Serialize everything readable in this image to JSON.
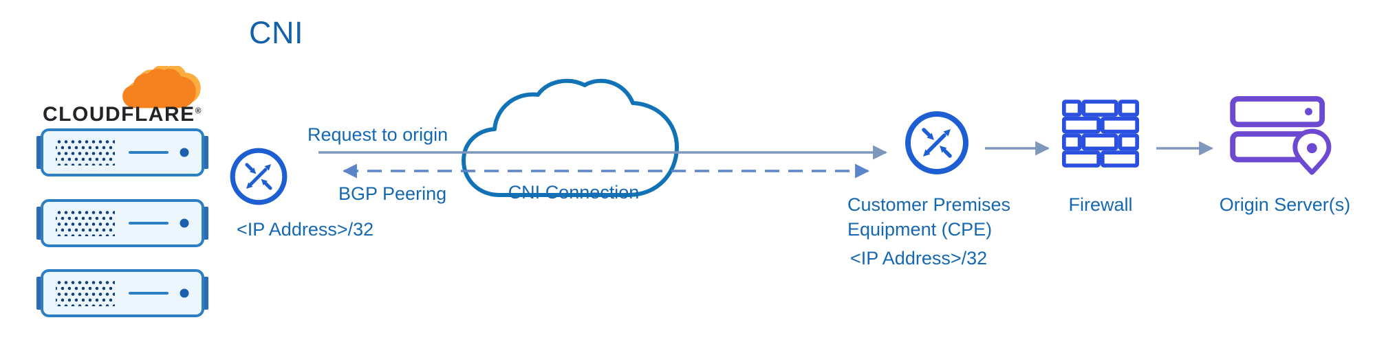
{
  "title": "CNI",
  "cloudflare": {
    "wordmark": "CLOUDFLARE",
    "registered": "®"
  },
  "labels": {
    "request_to_origin": "Request to origin",
    "bgp_peering": "BGP Peering",
    "cni_connection": "CNI Connection",
    "cloudflare_router_ip": "<IP Address>/32",
    "cpe": "Customer Premises Equipment (CPE)",
    "cpe_ip": "<IP Address>/32",
    "firewall": "Firewall",
    "origin": "Origin Server(s)"
  },
  "colors": {
    "label_blue": "#1468b3",
    "router_blue": "#1d5ed2",
    "cloud_outline_blue": "#1173b5",
    "firewall_blue": "#2b50df",
    "origin_purple": "#6d49d1",
    "solid_arrow": "#7d97bd",
    "dashed_arrow": "#5b84c9",
    "cloudflare_orange": "#f6821f",
    "cloudflare_orange_light": "#fbad41",
    "server_fill": "#eaf5fc",
    "server_border": "#2c7fc2"
  }
}
